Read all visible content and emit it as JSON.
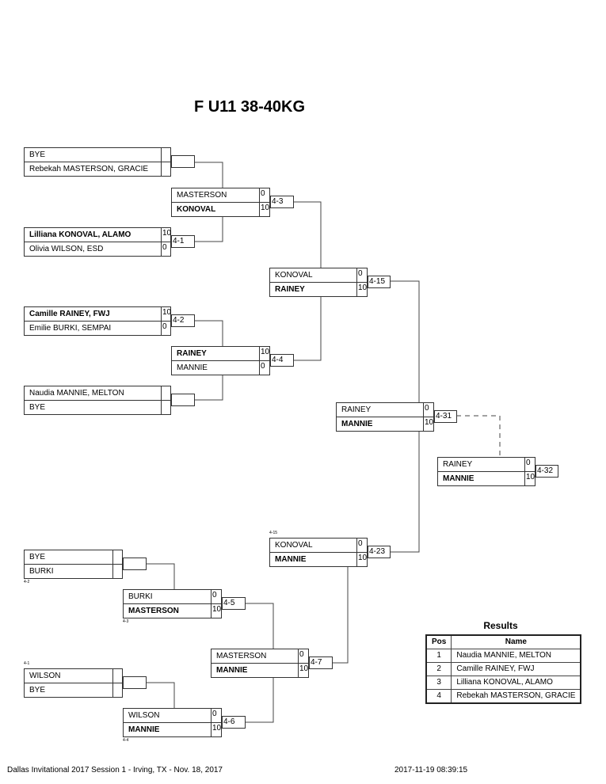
{
  "title": "F U11 38-40KG",
  "matches": [
    {
      "id": "r1a",
      "tag": "",
      "top": {
        "name": "BYE",
        "score": "",
        "winner": false
      },
      "bottom": {
        "name": "Rebekah MASTERSON, GRACIE",
        "score": "",
        "winner": false
      }
    },
    {
      "id": "4-1",
      "tag": "4-1",
      "top": {
        "name": "Lilliana KONOVAL, ALAMO",
        "score": "10",
        "winner": true
      },
      "bottom": {
        "name": "Olivia WILSON, ESD",
        "score": "0",
        "winner": false
      }
    },
    {
      "id": "4-2",
      "tag": "4-2",
      "top": {
        "name": "Camille RAINEY, FWJ",
        "score": "10",
        "winner": true
      },
      "bottom": {
        "name": "Emilie BURKI, SEMPAI",
        "score": "0",
        "winner": false
      }
    },
    {
      "id": "r1d",
      "tag": "",
      "top": {
        "name": "Naudia MANNIE, MELTON",
        "score": "",
        "winner": false
      },
      "bottom": {
        "name": "BYE",
        "score": "",
        "winner": false
      }
    },
    {
      "id": "4-3",
      "tag": "4-3",
      "top": {
        "name": "MASTERSON",
        "score": "0",
        "winner": false
      },
      "bottom": {
        "name": "KONOVAL",
        "score": "10",
        "winner": true
      }
    },
    {
      "id": "4-4",
      "tag": "4-4",
      "top": {
        "name": "RAINEY",
        "score": "10",
        "winner": true
      },
      "bottom": {
        "name": "MANNIE",
        "score": "0",
        "winner": false
      }
    },
    {
      "id": "4-15",
      "tag": "4-15",
      "top": {
        "name": "KONOVAL",
        "score": "0",
        "winner": false
      },
      "bottom": {
        "name": "RAINEY",
        "score": "10",
        "winner": true
      }
    },
    {
      "id": "4-31",
      "tag": "4-31",
      "top": {
        "name": "RAINEY",
        "score": "0",
        "winner": false
      },
      "bottom": {
        "name": "MANNIE",
        "score": "10",
        "winner": true
      }
    },
    {
      "id": "4-32",
      "tag": "4-32",
      "top": {
        "name": "RAINEY",
        "score": "0",
        "winner": false
      },
      "bottom": {
        "name": "MANNIE",
        "score": "10",
        "winner": true
      }
    },
    {
      "id": "c1a",
      "tag": "",
      "hint": "4-2",
      "top": {
        "name": "BYE",
        "score": "",
        "winner": false
      },
      "bottom": {
        "name": "BURKI",
        "score": "",
        "winner": false
      }
    },
    {
      "id": "c1b",
      "tag": "",
      "hint": "4-1",
      "hintAbove": true,
      "top": {
        "name": "WILSON",
        "score": "",
        "winner": false
      },
      "bottom": {
        "name": "BYE",
        "score": "",
        "winner": false
      }
    },
    {
      "id": "4-5",
      "tag": "4-5",
      "hint": "4-3",
      "top": {
        "name": "BURKI",
        "score": "0",
        "winner": false
      },
      "bottom": {
        "name": "MASTERSON",
        "score": "10",
        "winner": true
      }
    },
    {
      "id": "4-6",
      "tag": "4-6",
      "hint": "4-4",
      "top": {
        "name": "WILSON",
        "score": "0",
        "winner": false
      },
      "bottom": {
        "name": "MANNIE",
        "score": "10",
        "winner": true
      }
    },
    {
      "id": "4-7",
      "tag": "4-7",
      "top": {
        "name": "MASTERSON",
        "score": "0",
        "winner": false
      },
      "bottom": {
        "name": "MANNIE",
        "score": "10",
        "winner": true
      }
    },
    {
      "id": "4-23",
      "tag": "4-23",
      "hint": "4-15",
      "hintAbove": true,
      "top": {
        "name": "KONOVAL",
        "score": "0",
        "winner": false
      },
      "bottom": {
        "name": "MANNIE",
        "score": "10",
        "winner": true
      }
    }
  ],
  "results": {
    "title": "Results",
    "headers": {
      "pos": "Pos",
      "name": "Name"
    },
    "rows": [
      {
        "pos": "1",
        "name": "Naudia MANNIE, MELTON"
      },
      {
        "pos": "2",
        "name": "Camille RAINEY, FWJ"
      },
      {
        "pos": "3",
        "name": "Lilliana KONOVAL, ALAMO"
      },
      {
        "pos": "4",
        "name": "Rebekah MASTERSON, GRACIE"
      }
    ]
  },
  "footer": {
    "event": "Dallas Invitational 2017 Session 1 - Irving, TX - Nov. 18, 2017",
    "timestamp": "2017-11-19 08:39:15"
  }
}
